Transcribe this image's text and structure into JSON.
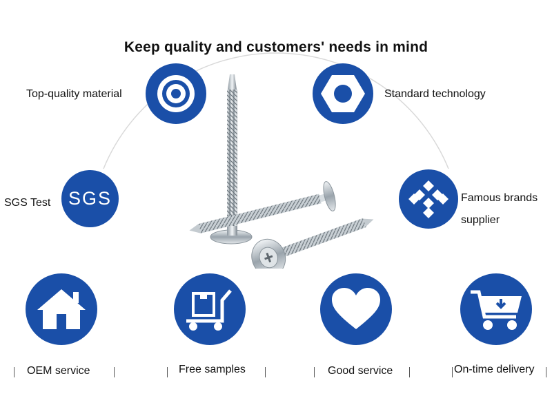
{
  "title": "Keep quality and customers' needs in mind",
  "features": {
    "top_quality": "Top-quality material",
    "standard_tech": "Standard technology",
    "sgs_test": "SGS Test",
    "sgs_logo": "SGS",
    "famous_brands_line1": "Famous brands",
    "famous_brands_line2": "supplier"
  },
  "services": {
    "oem": "OEM service",
    "free_samples": "Free samples",
    "good_service": "Good service",
    "on_time": "On-time delivery"
  },
  "colors": {
    "accent": "#1a4fa8",
    "arc": "#d9d9d9"
  },
  "icons": [
    "target-icon",
    "hex-nut-icon",
    "sgs-icon",
    "diamond-pattern-icon",
    "house-icon",
    "box-cart-icon",
    "heart-icon",
    "shopping-cart-icon"
  ]
}
